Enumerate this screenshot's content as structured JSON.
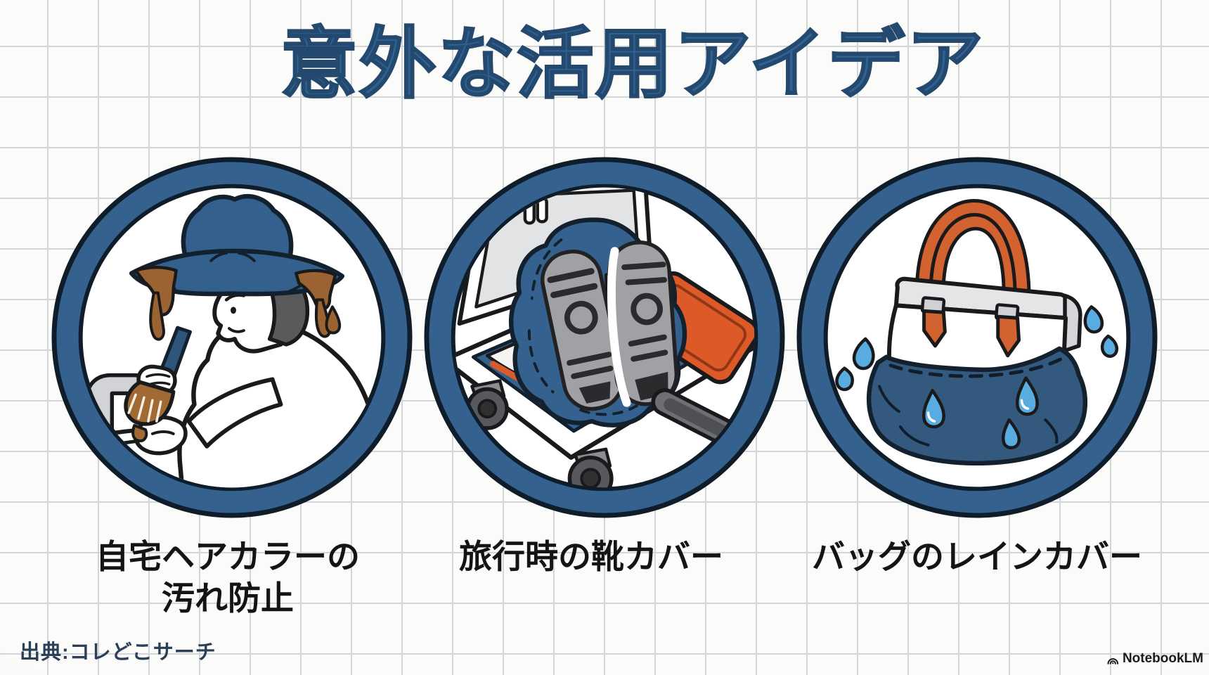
{
  "page": {
    "title": "意外な活用アイデア",
    "source_credit": "出典:コレどこサーチ",
    "brand": {
      "name": "NotebookLM",
      "icon": "notebooklm-wave-icon"
    }
  },
  "cards": [
    {
      "caption_line1": "自宅ヘアカラーの",
      "caption_line2": "汚れ防止",
      "illustration": "woman-dyeing-hair-over-sink-wearing-wide-brim-hat"
    },
    {
      "caption_line1": "旅行時の靴カバー",
      "caption_line2": "",
      "illustration": "open-suitcase-with-shoes-in-fabric-covers"
    },
    {
      "caption_line1": "バッグのレインカバー",
      "caption_line2": "",
      "illustration": "handbag-with-rain-cover-and-water-drops"
    }
  ],
  "palette": {
    "background": "#fbfbf9",
    "grid_line": "#d2d5da",
    "title_blue": "#316190",
    "ring_blue": "#35618e",
    "illustration_navy": "#33608c",
    "accent_orange": "#d85b2b",
    "water_blue": "#58ace0",
    "dye_brown": "#9a6331",
    "caption_black": "#141414",
    "source_navy": "#2b3f58",
    "brand_black": "#1b1b1b"
  }
}
